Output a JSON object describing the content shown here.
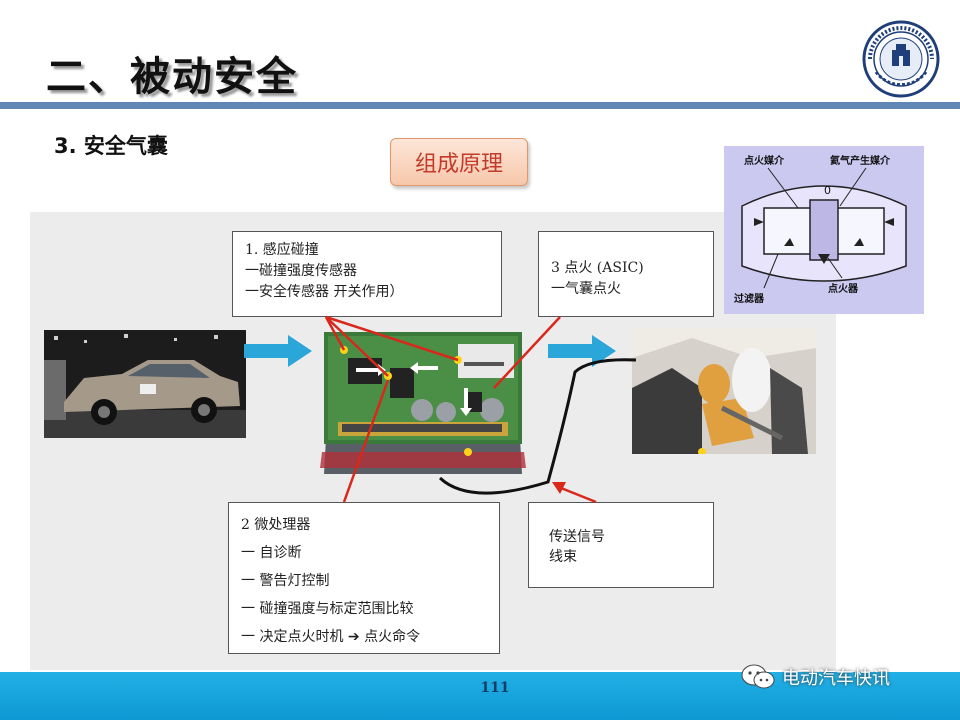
{
  "slide": {
    "title": "二、被动安全",
    "subtitle": "3. 安全气囊",
    "badge": "组成原理",
    "page_number": "111"
  },
  "boxes": {
    "sensing": {
      "heading": "1.  感应碰撞",
      "lines": [
        "一碰撞强度传感器",
        "一安全传感器  开关作用）"
      ]
    },
    "ignition": {
      "heading": "3  点火   (ASIC)",
      "lines": [
        "一气囊点火"
      ]
    },
    "microprocessor": {
      "heading": "2  微处理器",
      "lines": [
        "一  自诊断",
        "一  警告灯控制",
        "一  碰撞强度与标定范围比较",
        "一  决定点火时机 ➔ 点火命令"
      ]
    },
    "signal": {
      "lines": [
        "传送信号",
        "线束"
      ]
    }
  },
  "diagram_labels": {
    "igniter_medium": "点火媒介",
    "gas_medium": "氦气产生媒介",
    "filter": "过滤器",
    "igniter": "点火器",
    "zero": "0"
  },
  "watermark": {
    "text": "电动汽车快讯"
  },
  "colors": {
    "title_bar": "#5f86b5",
    "footer": "#15a4dc",
    "badge_text": "#c33a2a",
    "arrow": "#2aa6d8",
    "pointer": "#d8281c"
  }
}
